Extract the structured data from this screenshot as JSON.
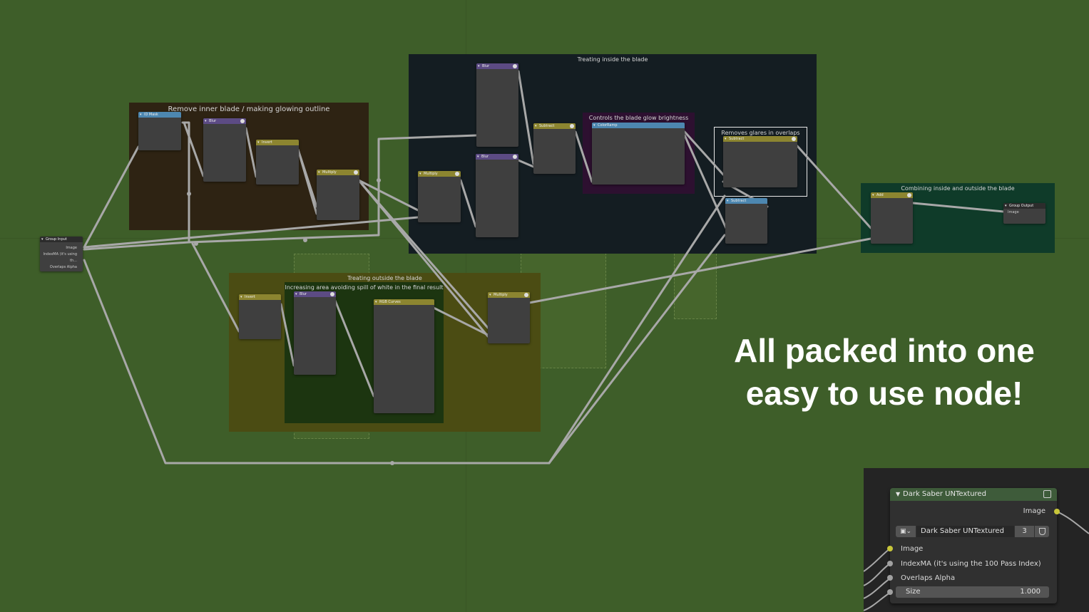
{
  "frames": {
    "remove_inner": "Remove inner blade / making glowing outline",
    "treating_inside": "Treating inside the blade",
    "glow_brightness": "Controls the blade glow brightness",
    "removes_glares": "Removes glares in overlaps",
    "combining": "Combining inside and outside the blade",
    "treating_outside": "Treating outside the blade",
    "increasing_area": "Increasing area avoiding spill of white in the final result"
  },
  "nodes": {
    "group_input": "Group Input",
    "gi_image": "Image",
    "gi_index": "IndexMA (it's using th...",
    "gi_overlaps": "Overlaps Alpha",
    "id_mask": "ID Mask",
    "blur": "Blur",
    "invert": "Invert",
    "multiply": "Multiply",
    "subtract": "Subtract",
    "color_ramp": "ColorRamp",
    "add": "Add",
    "group_output": "Group Output",
    "go_image": "Image",
    "rgb_curves": "RGB Curves"
  },
  "promo": {
    "line1": "All packed into one",
    "line2": "easy to use node!"
  },
  "inset_node": {
    "title": "Dark Saber UNTextured",
    "output_image": "Image",
    "group_name": "Dark Saber UNTextured",
    "users": "3",
    "input_image": "Image",
    "input_index": "IndexMA (it's using the 100 Pass Index)",
    "input_overlaps": "Overlaps Alpha",
    "size_label": "Size",
    "size_value": "1.000"
  },
  "colors": {
    "background": "#3e5e29",
    "wire": "#a8a8a8",
    "socket_color": "#c8c63a",
    "socket_float": "#a1a1a1"
  }
}
